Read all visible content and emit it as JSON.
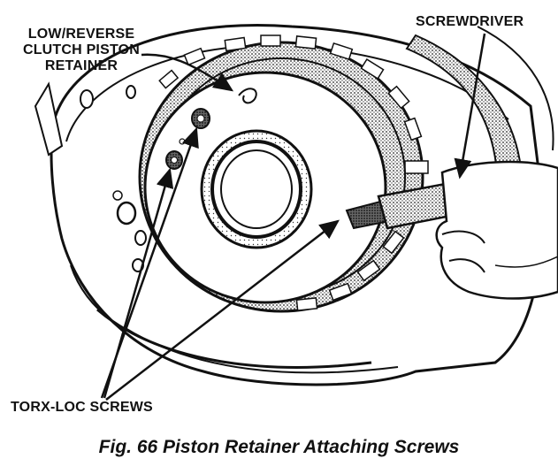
{
  "labels": {
    "retainer_line1": "LOW/REVERSE",
    "retainer_line2": "CLUTCH PISTON",
    "retainer_line3": "RETAINER",
    "screwdriver": "SCREWDRIVER",
    "screws": "TORX-LOC SCREWS"
  },
  "caption": "Fig. 66 Piston Retainer Attaching Screws",
  "icons": [
    "transmission-case-drawing",
    "screwdriver-icon",
    "hand-icon",
    "screw-icon"
  ]
}
